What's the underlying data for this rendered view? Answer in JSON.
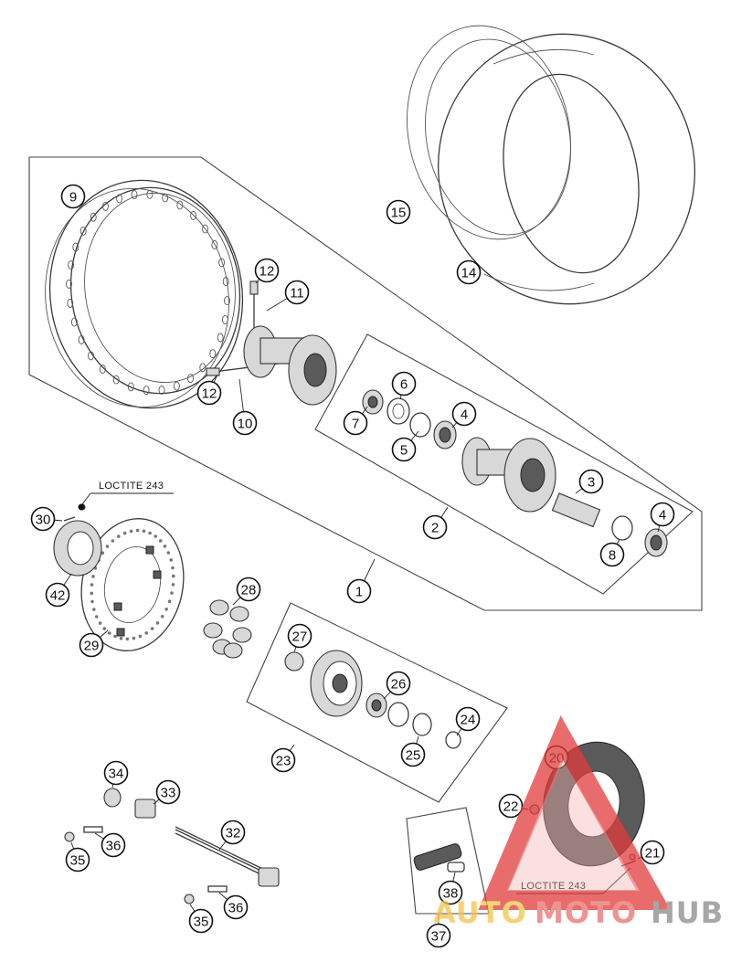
{
  "callouts": [
    {
      "n": "1"
    },
    {
      "n": "2"
    },
    {
      "n": "3"
    },
    {
      "n": "4"
    },
    {
      "n": "4"
    },
    {
      "n": "5"
    },
    {
      "n": "6"
    },
    {
      "n": "7"
    },
    {
      "n": "8"
    },
    {
      "n": "9"
    },
    {
      "n": "10"
    },
    {
      "n": "11"
    },
    {
      "n": "12"
    },
    {
      "n": "12"
    },
    {
      "n": "14"
    },
    {
      "n": "15"
    },
    {
      "n": "20"
    },
    {
      "n": "21"
    },
    {
      "n": "22"
    },
    {
      "n": "23"
    },
    {
      "n": "24"
    },
    {
      "n": "25"
    },
    {
      "n": "26"
    },
    {
      "n": "27"
    },
    {
      "n": "28"
    },
    {
      "n": "29"
    },
    {
      "n": "30"
    },
    {
      "n": "32"
    },
    {
      "n": "33"
    },
    {
      "n": "34"
    },
    {
      "n": "35"
    },
    {
      "n": "35"
    },
    {
      "n": "36"
    },
    {
      "n": "36"
    },
    {
      "n": "37"
    },
    {
      "n": "38"
    },
    {
      "n": "42"
    }
  ],
  "notes": {
    "loctite_upper": "LOCTITE 243",
    "loctite_lower": "LOCTITE 243"
  },
  "watermark": {
    "part1": "AUTO",
    "part2": "MOTO",
    "part3": "HUB",
    "colors": {
      "auto": "#f3c34a",
      "moto": "#e9706c",
      "hub": "#8a8a8a",
      "triangle": "#e23b3b"
    }
  }
}
